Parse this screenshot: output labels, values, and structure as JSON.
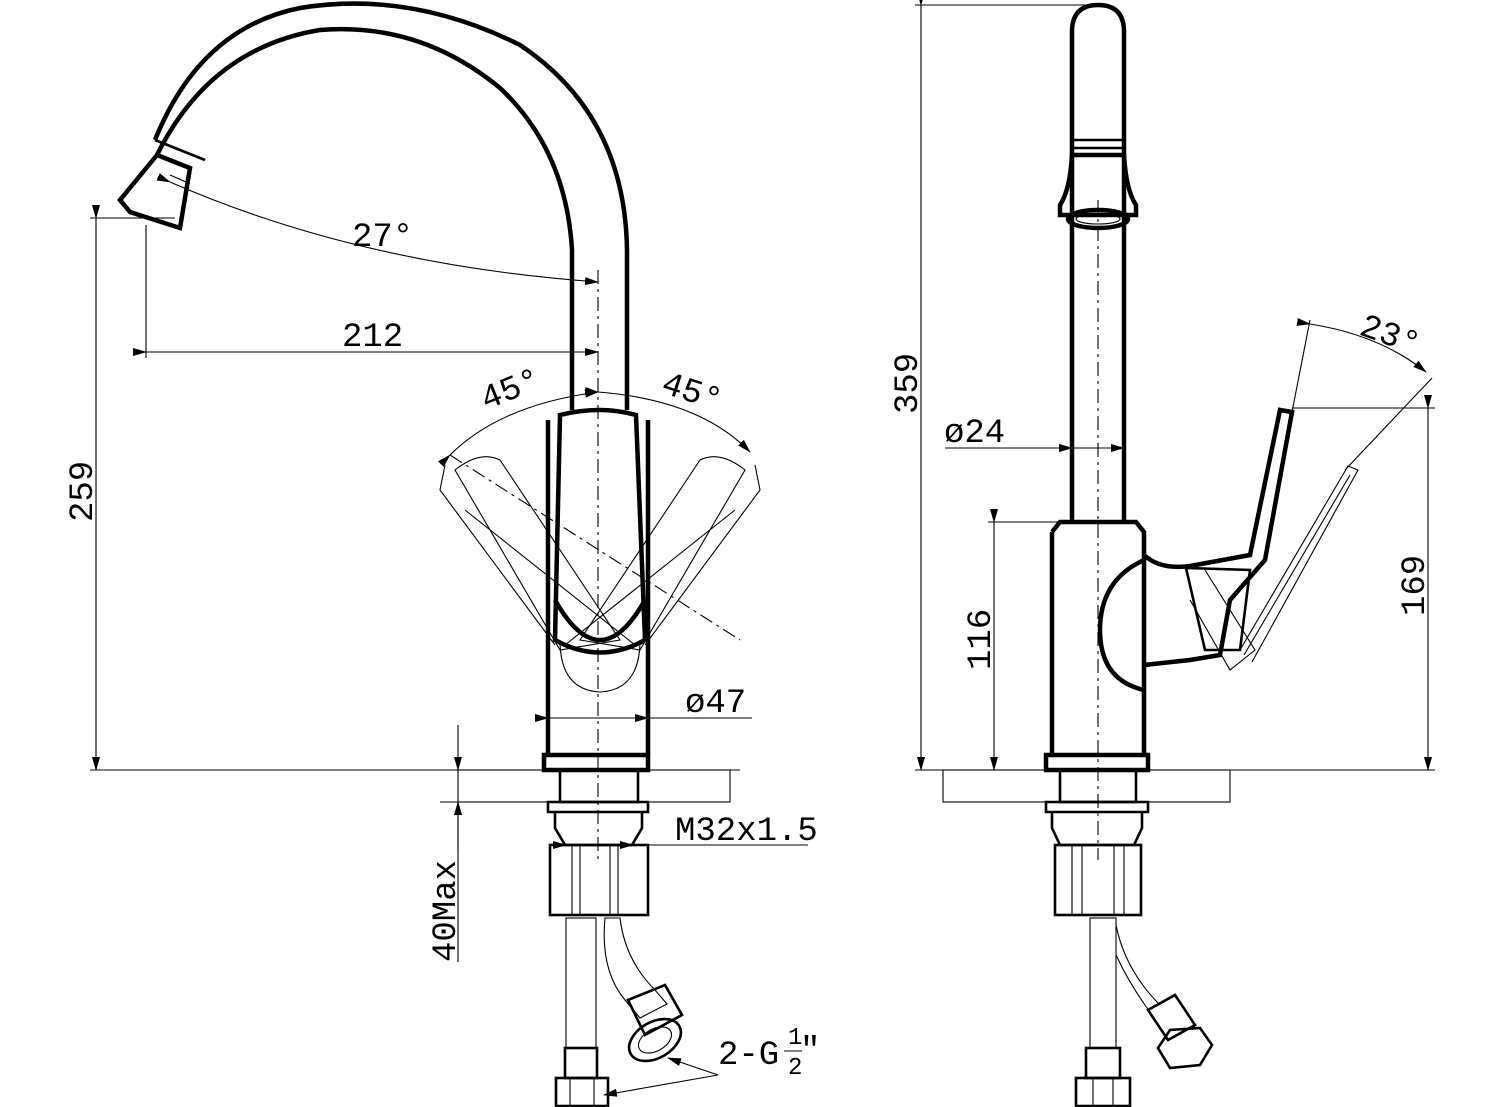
{
  "front_view": {
    "spout_angle": "27°",
    "spout_reach": "212",
    "handle_angle_left": "45°",
    "handle_angle_right": "45°",
    "body_diameter": "ø47",
    "height": "259",
    "thread": "M32x1.5",
    "max_mount_thickness": "40Max",
    "connection_main": "2-G",
    "connection_frac_num": "1",
    "connection_frac_den": "2",
    "connection_inch": "″"
  },
  "side_view": {
    "total_height": "359",
    "spout_diameter": "ø24",
    "body_height": "116",
    "lever_height": "169",
    "lever_angle": "23°"
  }
}
